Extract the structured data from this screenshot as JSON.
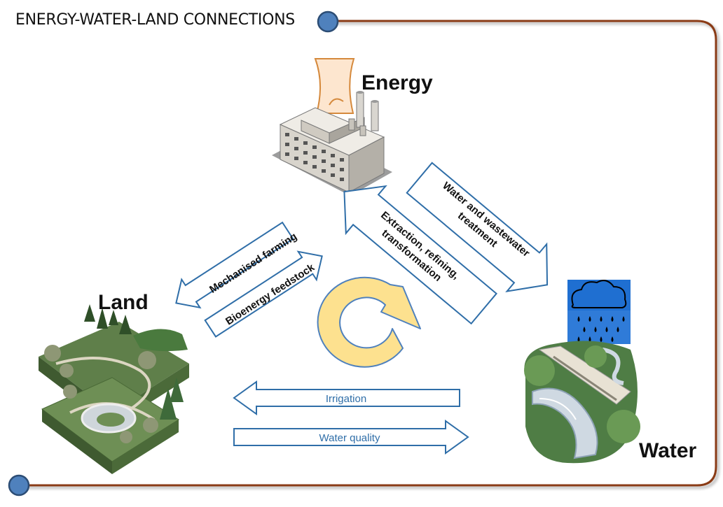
{
  "title": "ENERGY-WATER-LAND CONNECTIONS",
  "nodes": {
    "energy": "Energy",
    "land": "Land",
    "water": "Water"
  },
  "links": {
    "mechanised_farming": "Mechanised farming",
    "bioenergy_feedstock": "Bioenergy feedstock",
    "extraction": "Extraction, refining, transformation",
    "extraction_line1": "Extraction, refining,",
    "extraction_line2": "transformation",
    "water_treatment_line1": "Water and wastewater",
    "water_treatment_line2": "treatment",
    "irrigation": "Irrigation",
    "water_quality": "Water quality"
  },
  "colors": {
    "frame": "#8a3a12",
    "dot": "#4f81bd",
    "arrow_outline": "#2f6ea8",
    "cycle": "#fde18f",
    "link_text_blue": "#2f6ea8"
  }
}
